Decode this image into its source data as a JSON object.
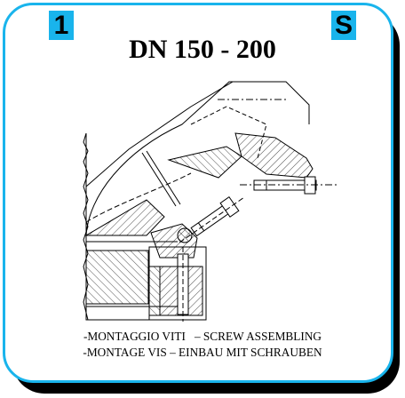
{
  "badges": {
    "left": "1",
    "right": "S"
  },
  "title": "DN 150 - 200",
  "captions": [
    "-MONTAGGIO VITI   – SCREW ASSEMBLING",
    "-MONTAGE VIS – EINBAU MIT SCHRAUBEN"
  ],
  "colors": {
    "accent": "#19b4ec",
    "shadow": "#000000",
    "ink": "#000000"
  }
}
